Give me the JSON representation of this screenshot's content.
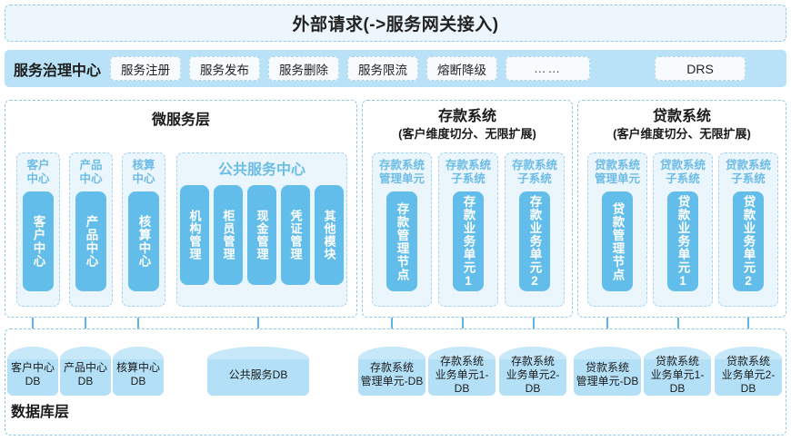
{
  "external_request": {
    "title": "外部请求(->服务网关接入)"
  },
  "governance": {
    "title": "服务治理中心",
    "buttons": [
      {
        "label": "服务注册"
      },
      {
        "label": "服务发布"
      },
      {
        "label": "服务删除"
      },
      {
        "label": "服务限流"
      },
      {
        "label": "熔断降级"
      },
      {
        "label": "……"
      },
      {
        "label": "DRS"
      }
    ]
  },
  "microservice_layer": {
    "title": "微服务层",
    "centers": [
      {
        "label": "客户\n中心",
        "block": "客户中心"
      },
      {
        "label": "产品\n中心",
        "block": "产品中心"
      },
      {
        "label": "核算\n中心",
        "block": "核算中心"
      }
    ],
    "public_service_center": {
      "label": "公共服务中心",
      "modules": [
        "机构管理",
        "柜员管理",
        "现金管理",
        "凭证管理",
        "其他模块"
      ]
    }
  },
  "deposit_system": {
    "title": "存款系统",
    "subtitle": "(客户维度切分、无限扩展)",
    "units": [
      {
        "label": "存款系统\n管理单元",
        "block": "存款管理节点"
      },
      {
        "label": "存款系统\n子系统",
        "block": "存款业务单元1"
      },
      {
        "label": "存款系统\n子系统",
        "block": "存款业务单元2"
      }
    ]
  },
  "loan_system": {
    "title": "贷款系统",
    "subtitle": "(客户维度切分、无限扩展)",
    "units": [
      {
        "label": "贷款系统\n管理单元",
        "block": "贷款管理节点"
      },
      {
        "label": "贷款系统\n子系统",
        "block": "贷款业务单元1"
      },
      {
        "label": "贷款系统\n子系统",
        "block": "贷款业务单元2"
      }
    ]
  },
  "database_layer": {
    "title": "数据库层",
    "databases": [
      {
        "label": "客户中心\nDB"
      },
      {
        "label": "产品中心\nDB"
      },
      {
        "label": "核算中心\nDB"
      },
      {
        "label": "公共服务DB"
      },
      {
        "label": "存款系统\n管理单元-DB"
      },
      {
        "label": "存款系统\n业务单元1-DB"
      },
      {
        "label": "存款系统\n业务单元2-DB"
      },
      {
        "label": "贷款系统\n管理单元-DB"
      },
      {
        "label": "贷款系统\n业务单元1-DB"
      },
      {
        "label": "贷款系统\n业务单元2-DB"
      }
    ]
  },
  "colors": {
    "accent_blue": "#62bdea",
    "light_blue_bar": "#b9e1f7",
    "cylinder_blue": "#b3e0f7",
    "dashed_border": "#8fc9ea",
    "card_fill": "#eaf5fc",
    "banner_fill": "#eef6fd"
  }
}
